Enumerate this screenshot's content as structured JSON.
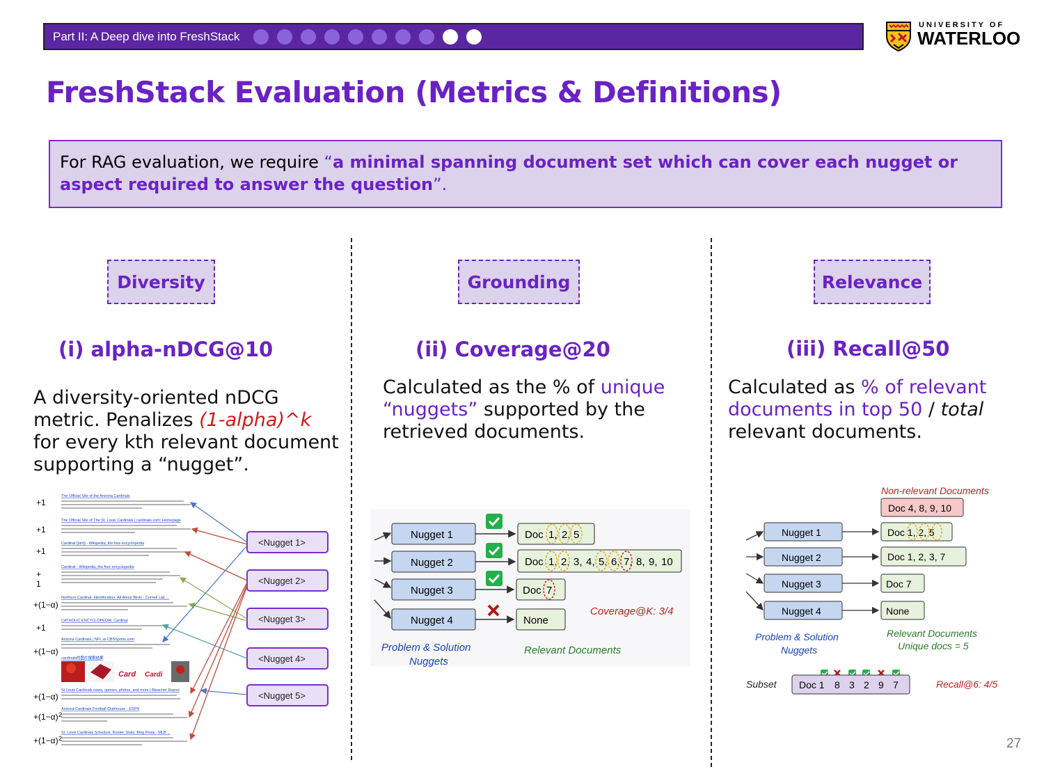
{
  "header": {
    "section": "Part II: A Deep dive into FreshStack",
    "progress": {
      "total": 10,
      "current": 9
    }
  },
  "logo": {
    "top": "UNIVERSITY OF",
    "main": "WATERLOO"
  },
  "title": "FreshStack Evaluation (Metrics & Definitions)",
  "callout": {
    "prefix": "For RAG evaluation, we require ",
    "open_quote": "“",
    "quote": "a minimal spanning document set which can cover each nugget or aspect required to answer the question",
    "close_quote": "”."
  },
  "columns": [
    {
      "category": "Diversity",
      "metric": "(i) alpha-nDCG@10",
      "desc": {
        "t1": "A diversity-oriented nDCG metric. Penalizes ",
        "t2": "(1-alpha)^k",
        "t3": " for every kth relevant document supporting a “nugget”."
      }
    },
    {
      "category": "Grounding",
      "metric": "(ii) Coverage@20",
      "desc": {
        "t1": "Calculated as the % of ",
        "t2": "unique “nuggets”",
        "t3": " supported by the retrieved documents."
      }
    },
    {
      "category": "Relevance",
      "metric": "(iii) Recall@50",
      "desc": {
        "t1": "Calculated as ",
        "t2": "% of relevant documents in top 50",
        "t3": " / ",
        "t4": "total",
        "t5": " relevant documents."
      }
    }
  ],
  "diversity_fig": {
    "nuggets": [
      "<Nugget 1>",
      "<Nugget 2>",
      "<Nugget 3>",
      "<Nugget 4>",
      "<Nugget 5>"
    ],
    "gains": [
      "+1",
      "+1",
      "+1",
      "+",
      "1",
      "+(1−α)",
      "+1",
      "+(1−α)",
      "+(1−α)",
      "+(1−α)",
      "2",
      "+(1−α)",
      "2"
    ],
    "results": [
      "The Official Site of the Arizona Cardinals",
      "The Official Site of The St. Louis Cardinals | cardinals.com: Homepage",
      "Cardinal (bird) - Wikipedia, the free encyclopedia",
      "Cardinal - Wikipedia, the free encyclopedia",
      "Northern Cardinal, Identification, All About Birds - Cornell Lab ...",
      "CATHOLIC ENCYCLOPEDIA: Cardinal",
      "Arizona Cardinals | NFL at CBSSports.com",
      "cardinals的图片搜索结果",
      "St Louis Cardinals news, opinion, photos, and more | Bleacher Report",
      "Arizona Cardinals Football Clubhouse - ESPN",
      "St. Louis Cardinals Schedule, Roster, Stats, Blog Posts - MLB ..."
    ]
  },
  "coverage_fig": {
    "nuggets": [
      "Nugget 1",
      "Nugget 2",
      "Nugget 3",
      "Nugget 4"
    ],
    "doc_prefix": "Doc",
    "docs": [
      [
        "1,",
        "2,",
        "5"
      ],
      [
        "1,",
        "2,",
        "3,",
        "4,",
        "5,",
        "6,",
        "7,",
        "8,",
        "9,",
        "10"
      ],
      [
        "7"
      ]
    ],
    "none": "None",
    "coverage": "Coverage@K: 3/4",
    "left_label": [
      "Problem & Solution",
      "Nuggets"
    ],
    "right_label": "Relevant Documents"
  },
  "recall_fig": {
    "nonrel_label": "Non-relevant Documents",
    "nonrel_docs": "Doc 4, 8, 9, 10",
    "nuggets": [
      "Nugget 1",
      "Nugget 2",
      "Nugget 3",
      "Nugget 4"
    ],
    "docs": [
      "Doc 1, 2, 5",
      "Doc 1, 2, 3, 7",
      "Doc 7",
      "None"
    ],
    "left_label": [
      "Problem & Solution",
      "Nuggets"
    ],
    "right_label": [
      "Relevant Documents",
      "Unique docs = 5"
    ],
    "subset_label": "Subset",
    "subset": [
      "Doc 1",
      "8",
      "3",
      "2",
      "9",
      "7"
    ],
    "recall": "Recall@6: 4/5"
  },
  "page_number": "27"
}
